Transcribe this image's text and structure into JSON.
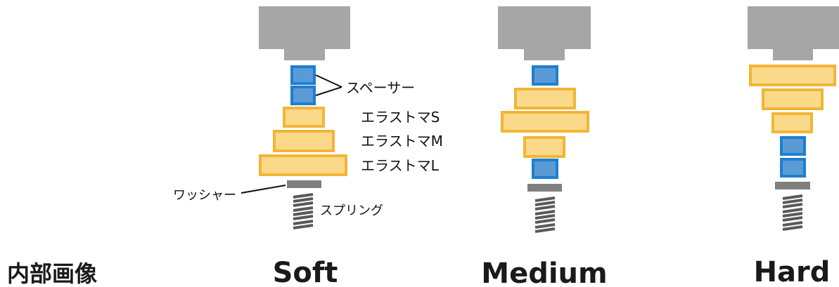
{
  "row_label": "内部画像",
  "columns": [
    {
      "title": "Soft"
    },
    {
      "title": "Medium"
    },
    {
      "title": "Hard"
    }
  ],
  "callouts": {
    "spacer": "スペーサー",
    "elastomer_s": "エラストマS",
    "elastomer_m": "エラストマM",
    "elastomer_l": "エラストマL",
    "washer": "ワッシャー",
    "spring": "スプリング"
  },
  "colors": {
    "housing": "#a6a6a6",
    "spacer_border": "#1f7fd0",
    "spacer_fill": "#5b9bd5",
    "elastomer_border": "#f2b536",
    "elastomer_fill": "#fbd98b",
    "washer": "#7f7f7f",
    "spring": "#595959"
  }
}
